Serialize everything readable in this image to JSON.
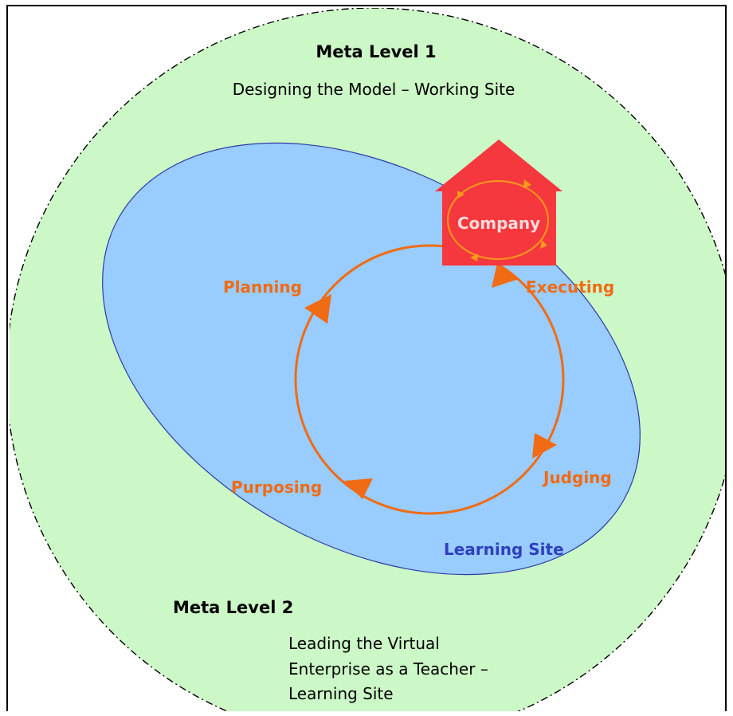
{
  "meta_level_1": {
    "title": "Meta Level 1",
    "subtitle": "Designing the Model – Working Site"
  },
  "meta_level_2": {
    "title": "Meta Level 2",
    "description_lines": [
      "Leading the Virtual",
      "Enterprise as a Teacher –",
      "Learning Site"
    ]
  },
  "learning_site": {
    "label": "Learning Site"
  },
  "company": {
    "label": "Company"
  },
  "cycle_stages": {
    "planning": "Planning",
    "executing": "Executing",
    "judging": "Judging",
    "purposing": "Purposing"
  },
  "colors": {
    "outer_circle": "#ccf7c6",
    "ellipse": "#99ccff",
    "ellipse_stroke": "#2b3aa8",
    "cycle": "#f06b13",
    "house": "#f5383d",
    "learning_site_text": "#2e3fbf",
    "company_text": "#f7dada"
  }
}
